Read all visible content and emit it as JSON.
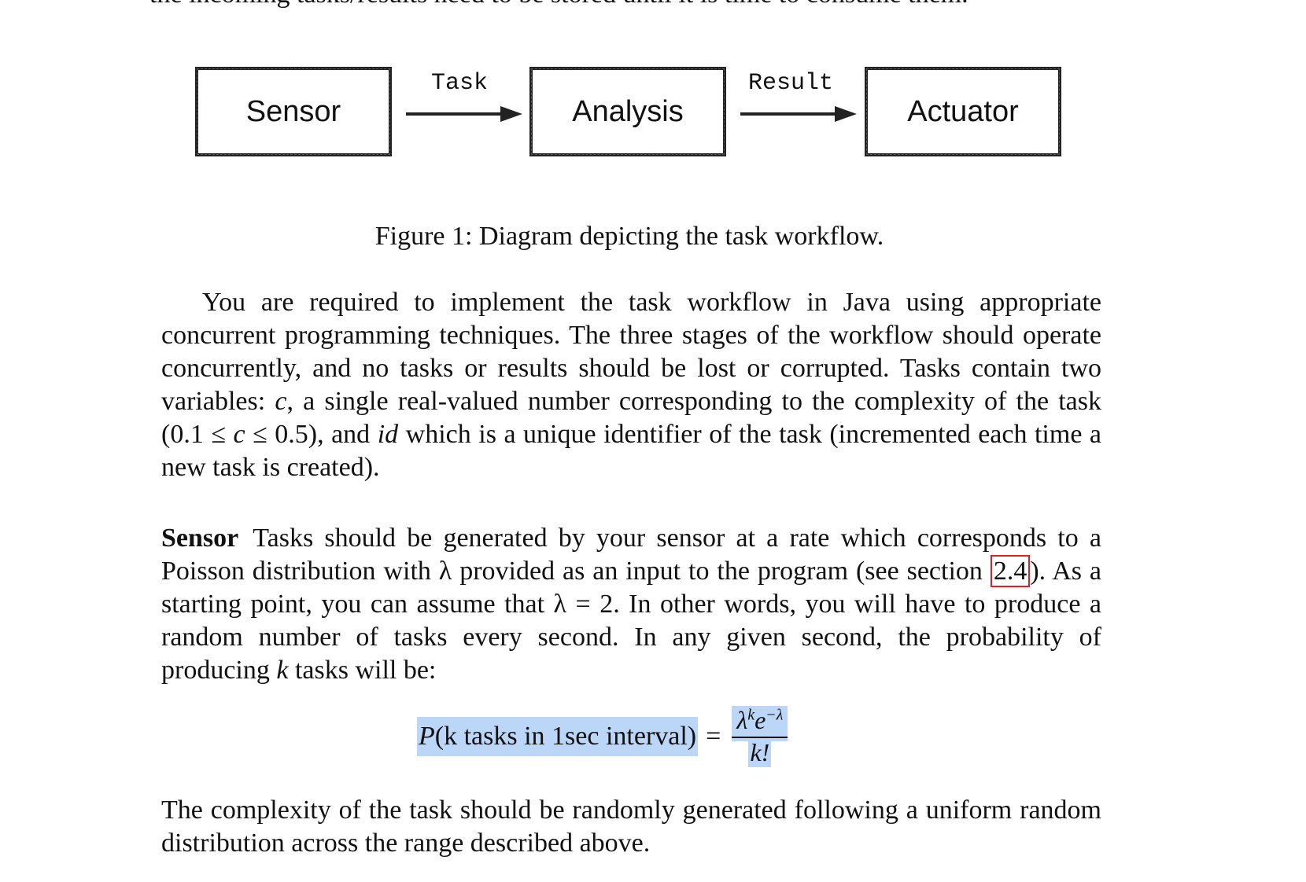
{
  "cut_top_line": "the incoming tasks/results need to be stored until it is time to consume them.",
  "diagram": {
    "stages": [
      "Sensor",
      "Analysis",
      "Actuator"
    ],
    "edges": [
      "Task",
      "Result"
    ]
  },
  "figure_caption": "Figure 1: Diagram depicting the task workflow.",
  "paragraph_1": {
    "part_a": "You are required to implement the task workflow in Java using appropriate concurrent programming techniques. The three stages of the workflow should operate concurrently, and no tasks or results should be lost or corrupted. Tasks contain two variables: ",
    "var_c": "c",
    "part_b": ", a single real-valued number corresponding to the complexity of the task (0.1 ≤ ",
    "var_c2": "c",
    "part_c": " ≤ 0.5), and ",
    "var_id": "id",
    "part_d": " which is a unique identifier of the task (incremented each time a new task is created)."
  },
  "paragraph_2": {
    "heading": "Sensor",
    "part_a": "Tasks should be generated by your sensor at a rate which corresponds to a Poisson distribution with λ provided as an input to the program (see section ",
    "section_ref": "2.4",
    "part_b": "). As a starting point, you can assume that λ = 2. In other words, you will have to produce a random number of tasks every second. In any given second, the probability of producing ",
    "var_k": "k",
    "part_c": " tasks will be:"
  },
  "equation": {
    "lhs_p": "P",
    "lhs_rest": "(k tasks in 1sec interval)",
    "equals": "=",
    "numerator_base": "λ",
    "numerator_sup1": "k",
    "numerator_e": "e",
    "numerator_sup2": "−λ",
    "denominator": "k!"
  },
  "paragraph_3": "The complexity of the task should be randomly generated following a uniform random distribution across the range described above."
}
